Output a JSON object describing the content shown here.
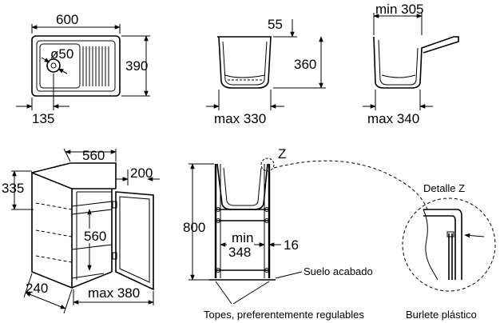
{
  "sink_top_view": {
    "width": "600",
    "depth": "390",
    "drain_diameter": "ø50",
    "drain_offset": "135"
  },
  "sink_front_view": {
    "rim": "55",
    "height": "360",
    "max_width": "max 330"
  },
  "sink_side_view": {
    "min_top": "min 305",
    "max_depth": "max 340"
  },
  "cabinet_view": {
    "width": "560",
    "door_depth": "200",
    "upper_height": "335",
    "inner_height": "560",
    "foot": "240",
    "max_depth": "max 380"
  },
  "installation_view": {
    "detail_marker": "Z",
    "total_height": "800",
    "min_width_top": "min",
    "min_width_value": "348",
    "gap": "16",
    "floor_label": "Suelo acabado",
    "feet_label": "Topes, preferentemente regulables"
  },
  "detail_view": {
    "title": "Detalle Z",
    "seal_label": "Burlete plástico"
  }
}
